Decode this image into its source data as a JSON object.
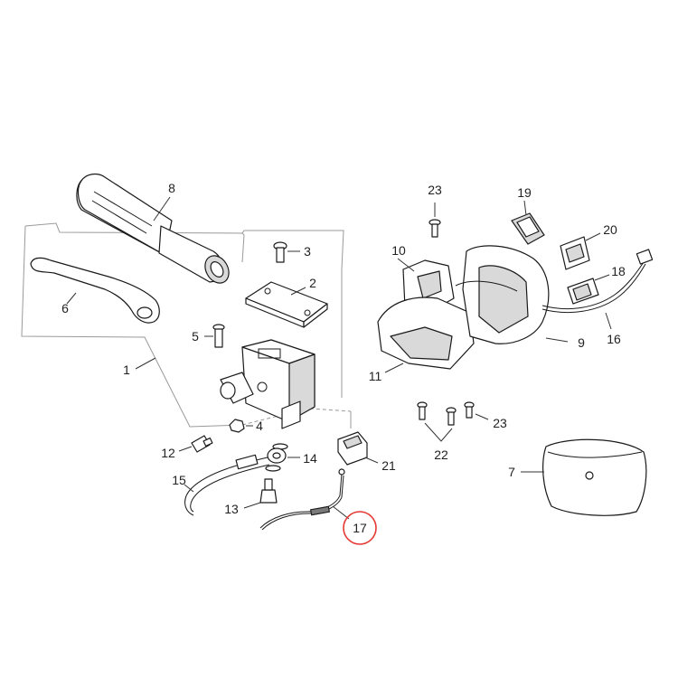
{
  "diagram": {
    "highlight_color": "#e53935",
    "highlighted_callout": "17",
    "callouts": {
      "c1": "1",
      "c2": "2",
      "c3": "3",
      "c4": "4",
      "c5": "5",
      "c6": "6",
      "c7": "7",
      "c8": "8",
      "c9": "9",
      "c10": "10",
      "c11": "11",
      "c12": "12",
      "c13": "13",
      "c14": "14",
      "c15": "15",
      "c16": "16",
      "c17": "17",
      "c18": "18",
      "c19": "19",
      "c20": "20",
      "c21": "21",
      "c22": "22",
      "c23a": "23",
      "c23b": "23"
    }
  }
}
